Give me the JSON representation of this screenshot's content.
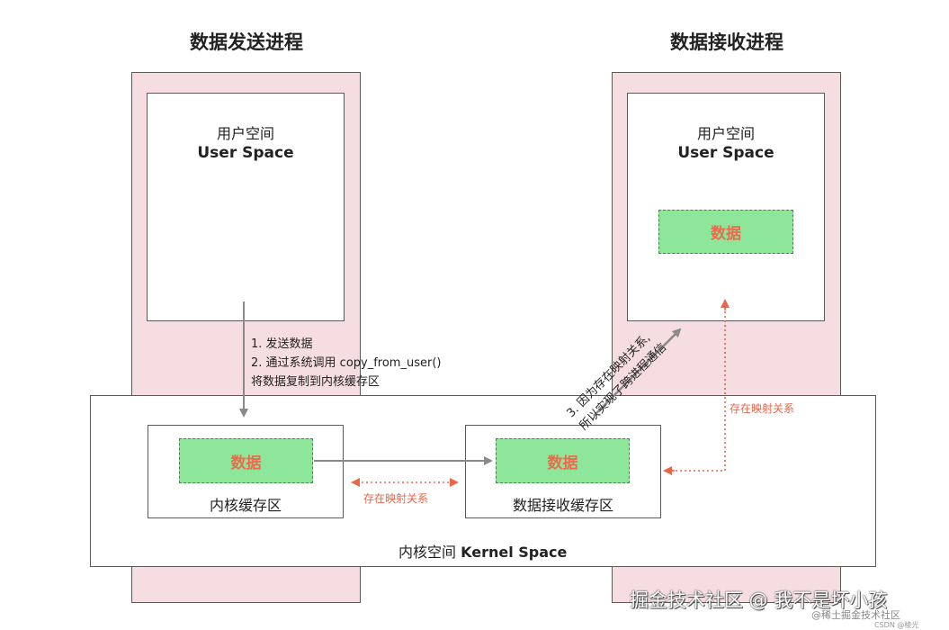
{
  "sender": {
    "title": "数据发送进程",
    "user_space_cn": "用户空间",
    "user_space_en": "User Space"
  },
  "receiver": {
    "title": "数据接收进程",
    "user_space_cn": "用户空间",
    "user_space_en": "User Space",
    "data_label": "数据"
  },
  "steps": {
    "step1": "1.  发送数据",
    "step2": "2.  通过系统调用 copy_from_user()",
    "step2b": "将数据复制到内核缓存区",
    "step3_line1": "3. 因为存在映射关系,",
    "step3_line2": "所以实现了跨进程通信"
  },
  "kernel": {
    "label_cn": "内核空间",
    "label_en": "Kernel Space",
    "kernel_buffer": {
      "data_label": "数据",
      "label": "内核缓存区"
    },
    "receive_buffer": {
      "data_label": "数据",
      "label": "数据接收缓存区"
    }
  },
  "mapping": {
    "between_buffers": "存在映射关系",
    "to_user_space": "存在映射关系"
  },
  "colors": {
    "pink": "#f6dde2",
    "green": "#8ee69a",
    "orange": "#e8664a",
    "gray_arrow": "#8a8a8a"
  },
  "watermark": {
    "main": "掘金技术社区 @ 我不是坏小孩",
    "small": "@稀土掘金技术社区",
    "tiny": "CSDN @棱光"
  }
}
